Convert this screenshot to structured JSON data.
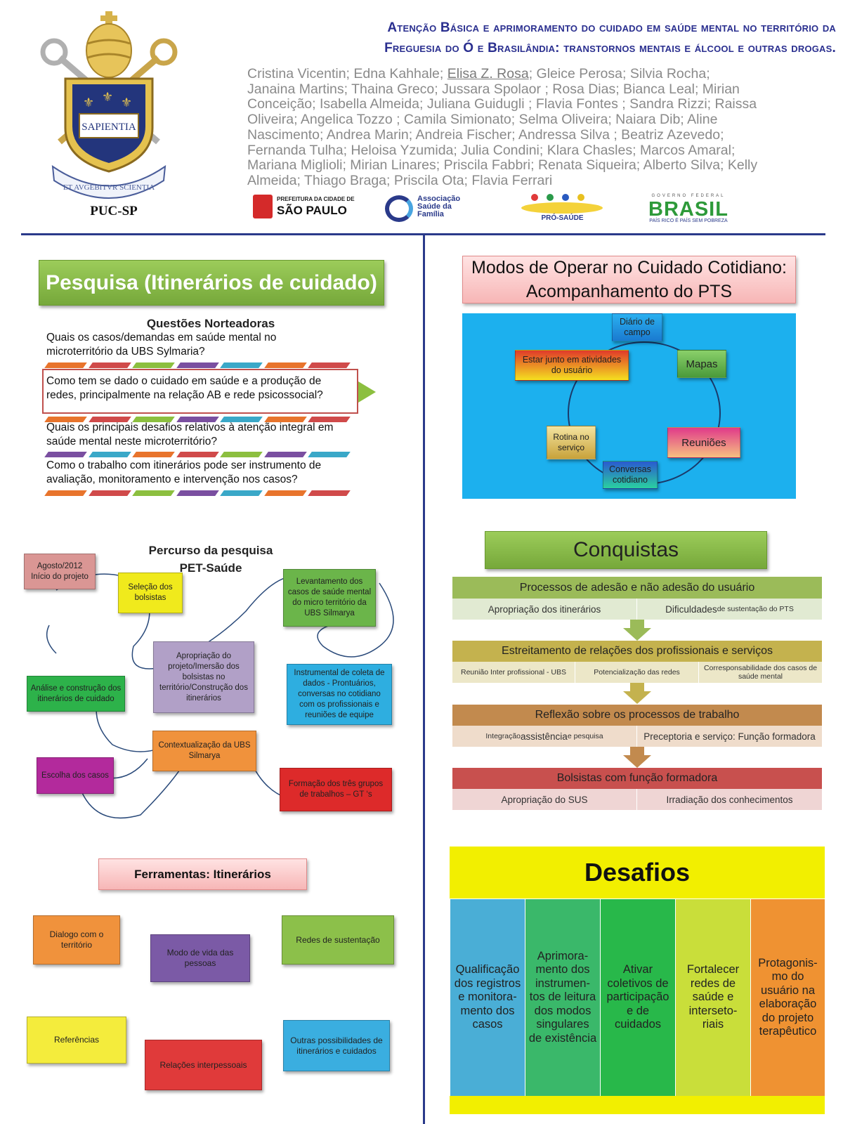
{
  "header": {
    "title_line1": "Atenção Básica e aprimoramento do cuidado em saúde mental no território da",
    "title_line2": "Freguesia do Ó e Brasilândia: transtornos mentais e álcool e outras drogas.",
    "authors_pre": "Cristina Vicentin; Edna Kahhale; ",
    "authors_underlined": "Elisa Z. Rosa",
    "authors_post": ";  Gleice Perosa; Silvia Rocha; Janaina  Martins; Thaina Greco; Jussara Spolaor ; Rosa Dias; Bianca Leal; Mirian Conceição; Isabella  Almeida; Juliana  Guidugli ; Flavia Fontes ; Sandra Rizzi; Raissa  Oliveira; Angelica Tozzo ; Camila Simionato; Selma Oliveira; Naiara Dib; Aline Nascimento; Andrea Marin; Andreia Fischer; Andressa Silva ; Beatriz Azevedo; Fernanda Tulha; Heloisa  Yzumida; Julia Condini; Klara  Chasles; Marcos  Amaral; Mariana  Miglioli; Mirian Linares; Priscila  Fabbri; Renata Siqueira; Alberto Silva; Kelly  Almeida; Thiago  Braga; Priscila Ota; Flavia Ferrari",
    "crest_motto": "SAPIENTIA",
    "crest_ribbon": "ET AVGEBITVR SCIENTIA",
    "institution": "PUC-SP",
    "logo_sp_top": "PREFEITURA DA CIDADE DE",
    "logo_sp_main": "SÃO PAULO",
    "logo_asf": [
      "Associação",
      "Saúde da",
      "Família"
    ],
    "logo_pro": "PRÓ-SAÚDE",
    "logo_gov": "GOVERNO FEDERAL",
    "logo_brasil": "BRASIL",
    "logo_brasil_sub": "PAÍS RICO É PAÍS SEM POBREZA"
  },
  "pesquisa": {
    "banner": "Pesquisa (Itinerários de cuidado)",
    "questions_title": "Questões Norteadoras",
    "q1": "Quais os casos/demandas em saúde mental no microterritório da UBS Sylmaria?",
    "q2": "Como tem se dado o cuidado em saúde e a produção de redes, principalmente na relação AB e rede psicossocial?",
    "q3": "Quais os principais desafios relativos à atenção integral em saúde mental neste microterritório?",
    "q4": "Como o trabalho com itinerários pode ser instrumento de avaliação, monitoramento e intervenção nos casos?"
  },
  "percurso": {
    "title_l1": "Percurso da pesquisa",
    "title_l2": "PET-Saúde",
    "agosto": "Agosto/2012 Início do projeto",
    "selecao": "Seleção dos bolsistas",
    "levantamento": "Levantamento dos casos de saúde mental do micro território  da UBS Silmarya",
    "apropriacao": "Apropriação do projeto/Imersão dos bolsistas no território/Construção dos itinerários",
    "analise": "Análise e construção dos itinerários de cuidado",
    "instrumental": "Instrumental de coleta de dados - Prontuários, conversas no cotidiano com os profissionais e reuniões de equipe",
    "contextualizacao": "Contextualização da UBS Silmarya",
    "escolha": "Escolha dos casos",
    "formacao": "Formação dos três grupos de trabalhos – GT ‘s"
  },
  "ferramentas": {
    "banner": "Ferramentas:  Itinerários",
    "dialogo": "Dialogo com o território",
    "modo": "Modo de vida das pessoas",
    "redes": "Redes de sustentação",
    "referencias": "Referências",
    "relacoes": "Relações interpessoais",
    "outras": "Outras possibilidades de itinerários e cuidados"
  },
  "modos": {
    "banner": "Modos de Operar no Cuidado Cotidiano: Acompanhamento do PTS",
    "diario": "Diário de campo",
    "mapas": "Mapas",
    "reunioes": "Reuniões",
    "conversas": "Conversas cotidiano",
    "rotina": "Rotina no serviço",
    "estar": "Estar junto em atividades do usuário"
  },
  "conquistas": {
    "banner": "Conquistas",
    "h1": "Processos de adesão e não adesão do usuário",
    "h1_a": "Apropriação dos itinerários",
    "h1_b_big": "Dificuldades",
    "h1_b_small": " de sustentação do PTS",
    "h2": "Estreitamento de relações dos profissionais e serviços",
    "h2_a": "Reunião Inter profissional - UBS",
    "h2_b": "Potencialização das redes",
    "h2_c": "Corresponsabilidade dos casos de saúde mental",
    "h3": "Reflexão sobre os processos de trabalho",
    "h3_a1": "Integração ",
    "h3_a2": "assistência",
    "h3_a3": " e pesquisa",
    "h3_b": "Preceptoria e serviço: Função formadora",
    "h4": "Bolsistas com função formadora",
    "h4_a": "Apropriação do SUS",
    "h4_b": "Irradiação dos conhecimentos"
  },
  "desafios": {
    "banner": "Desafios",
    "d1": "Qualificação dos registros e monitora-mento dos casos",
    "d2": "Aprimora-mento dos instrumen-tos de leitura dos modos singulares de existência",
    "d3": "Ativar coletivos de participação e de cuidados",
    "d4": "Fortalecer redes de saúde e interseto-riais",
    "d5": "Protagonis-mo do usuário na elaboração do projeto terapêutico"
  }
}
